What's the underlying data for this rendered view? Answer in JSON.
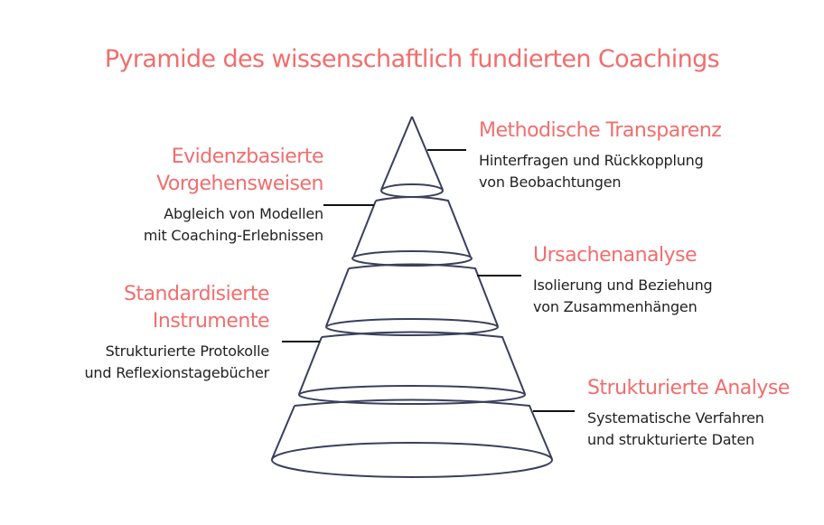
{
  "title": "Pyramide des wissenschaftlich fundierten Coachings",
  "colors": {
    "accent": "#f26d6d",
    "outline": "#3a3f5c",
    "text": "#222222"
  },
  "levels": [
    {
      "heading": "Methodische Transparenz",
      "desc1": "Hinterfragen und Rückkopplung",
      "desc2": "von Beobachtungen",
      "side": "right"
    },
    {
      "heading1": "Evidenzbasierte",
      "heading2": "Vorgehensweisen",
      "desc1": "Abgleich von Modellen",
      "desc2": "mit Coaching-Erlebnissen",
      "side": "left"
    },
    {
      "heading": "Ursachenanalyse",
      "desc1": "Isolierung und Beziehung",
      "desc2": "von Zusammenhängen",
      "side": "right"
    },
    {
      "heading1": "Standardisierte",
      "heading2": "Instrumente",
      "desc1": "Strukturierte Protokolle",
      "desc2": "und Reflexionstagebücher",
      "side": "left"
    },
    {
      "heading": "Strukturierte Analyse",
      "desc1": "Systematische Verfahren",
      "desc2": "und strukturierte Daten",
      "side": "right"
    }
  ]
}
